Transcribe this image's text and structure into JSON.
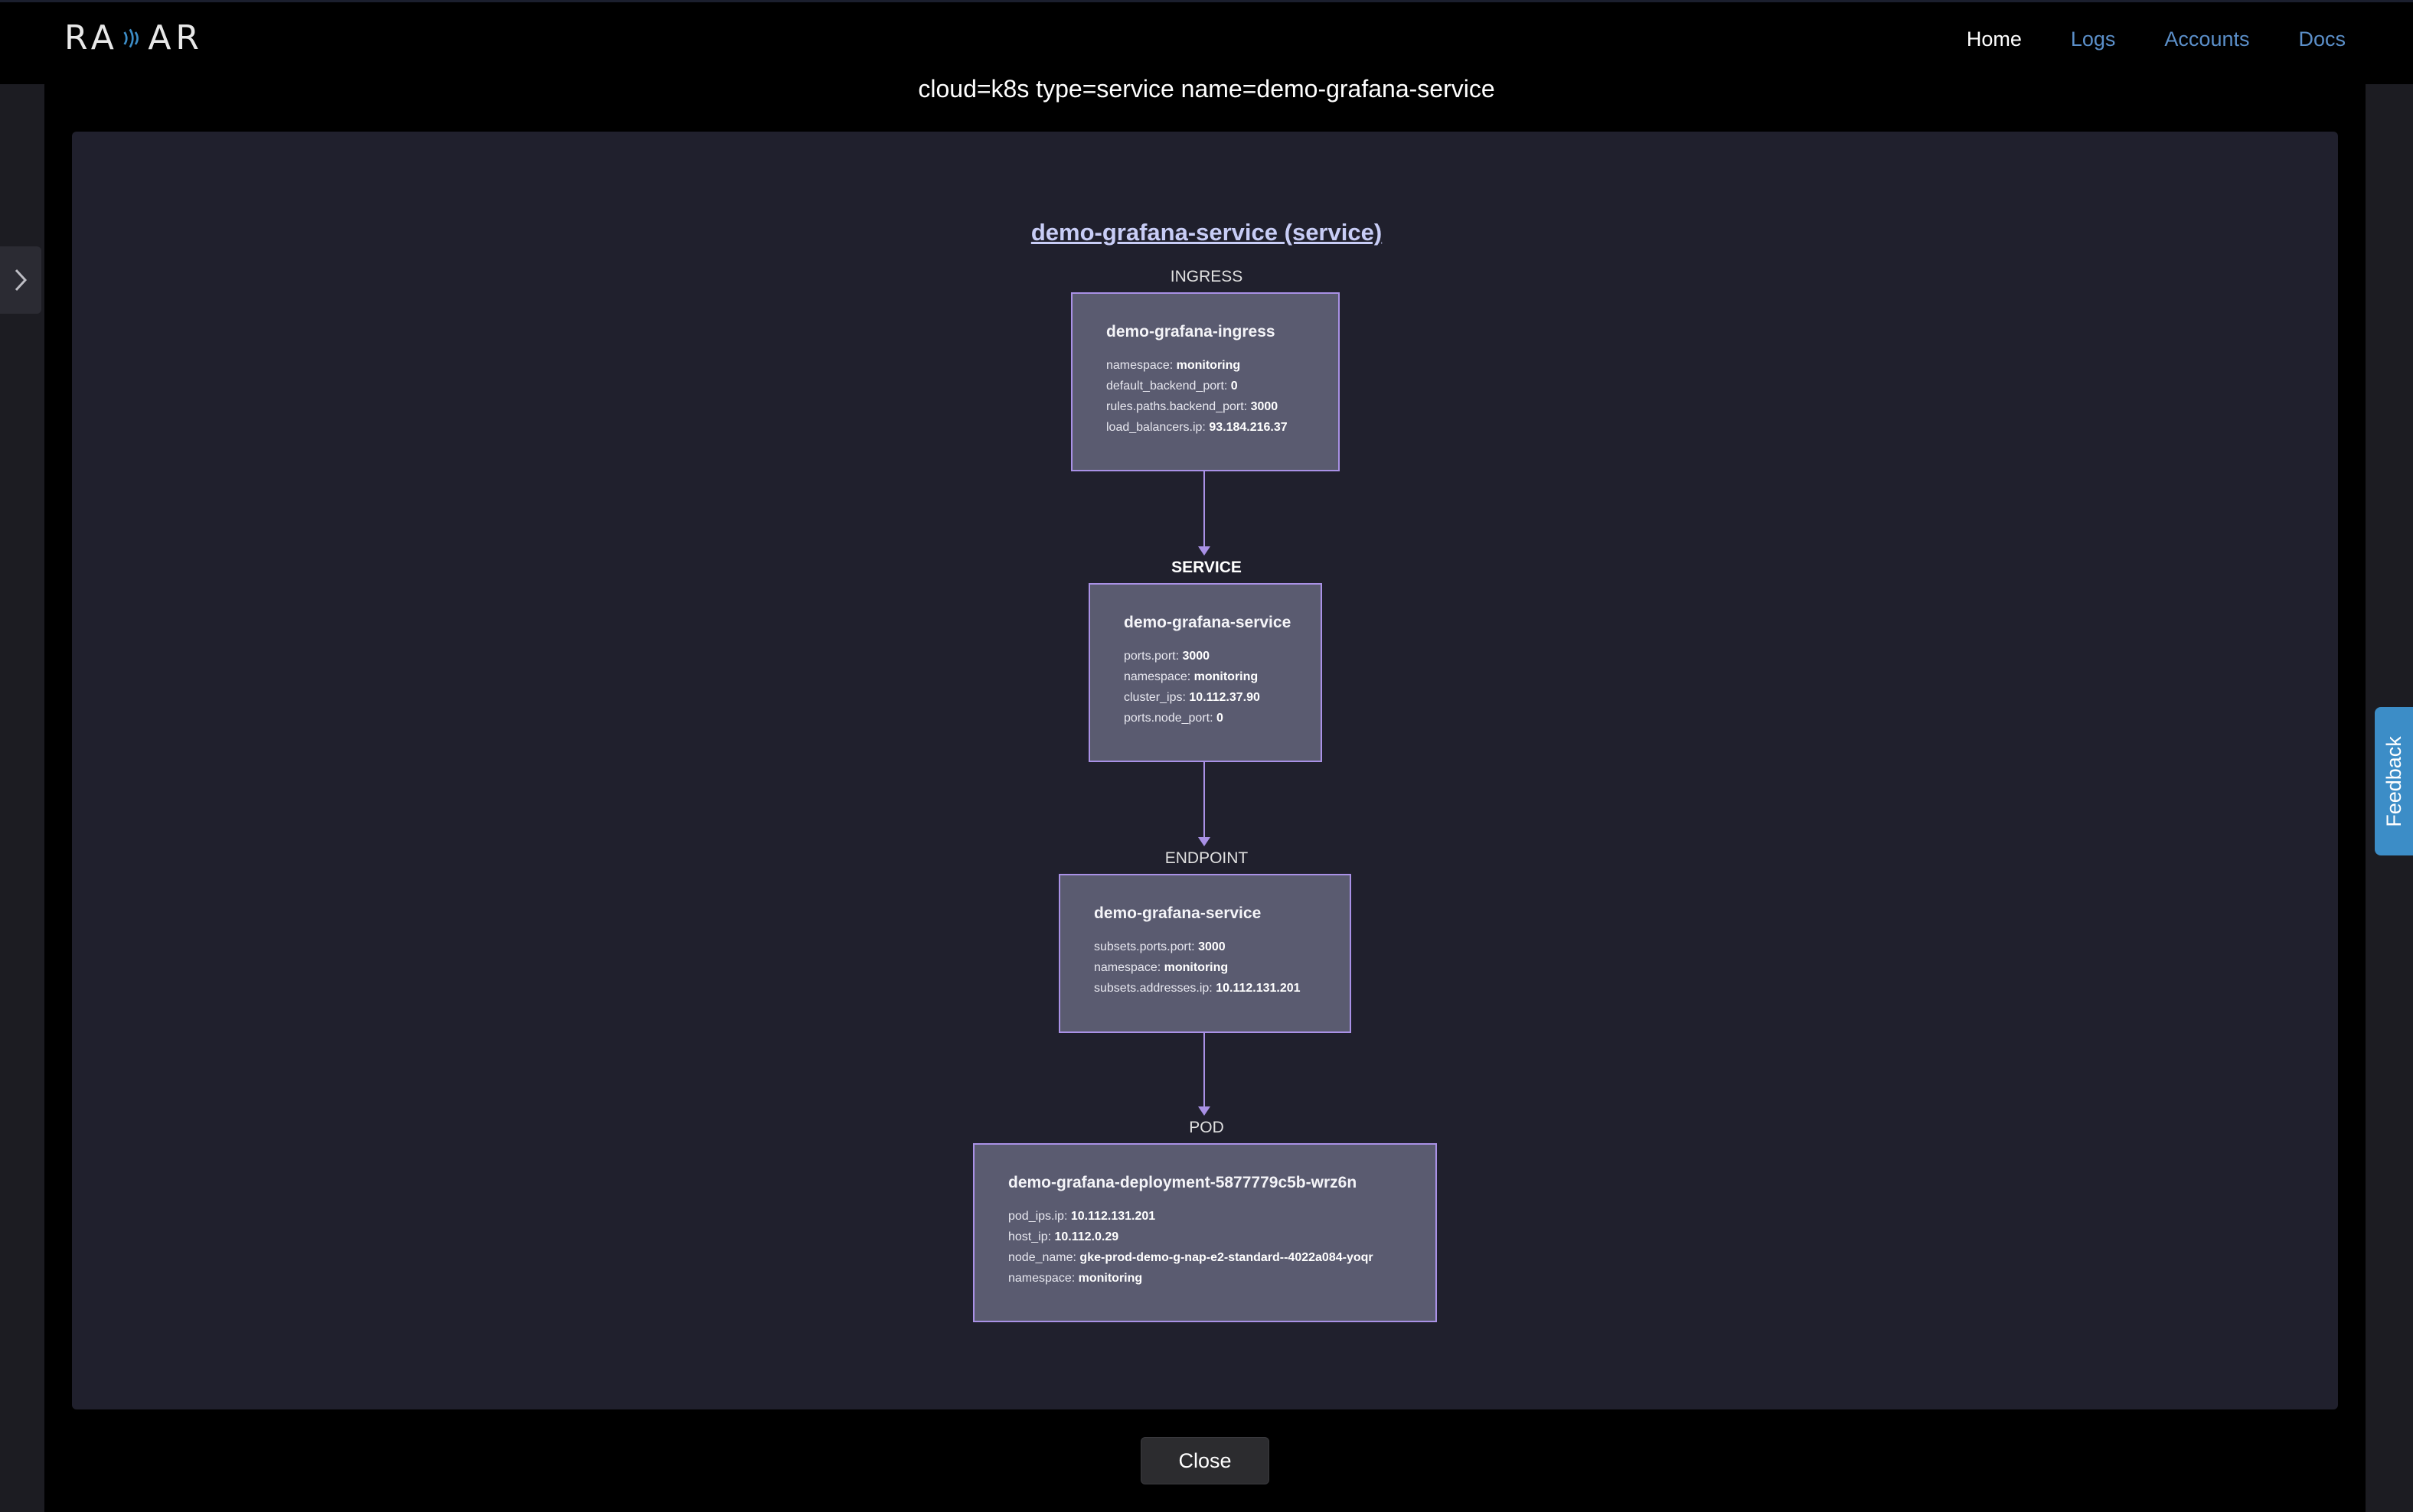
{
  "header": {
    "logo_text_left": "RA",
    "logo_text_right": "AR",
    "nav": [
      {
        "label": "Home"
      },
      {
        "label": "Logs"
      },
      {
        "label": "Accounts"
      },
      {
        "label": "Docs"
      }
    ]
  },
  "modal": {
    "title": "cloud=k8s type=service name=demo-grafana-service",
    "diagram_title": "demo-grafana-service (service)",
    "close_label": "Close"
  },
  "nodes": [
    {
      "type": "INGRESS",
      "name": "demo-grafana-ingress",
      "fields": [
        {
          "key": "namespace:",
          "value": "monitoring"
        },
        {
          "key": "default_backend_port:",
          "value": "0"
        },
        {
          "key": "rules.paths.backend_port:",
          "value": "3000"
        },
        {
          "key": "load_balancers.ip:",
          "value": "93.184.216.37"
        }
      ]
    },
    {
      "type": "SERVICE",
      "name": "demo-grafana-service",
      "fields": [
        {
          "key": "ports.port:",
          "value": "3000"
        },
        {
          "key": "namespace:",
          "value": "monitoring"
        },
        {
          "key": "cluster_ips:",
          "value": "10.112.37.90"
        },
        {
          "key": "ports.node_port:",
          "value": "0"
        }
      ]
    },
    {
      "type": "ENDPOINT",
      "name": "demo-grafana-service",
      "fields": [
        {
          "key": "subsets.ports.port:",
          "value": "3000"
        },
        {
          "key": "namespace:",
          "value": "monitoring"
        },
        {
          "key": "subsets.addresses.ip:",
          "value": "10.112.131.201"
        }
      ]
    },
    {
      "type": "POD",
      "name": "demo-grafana-deployment-5877779c5b-wrz6n",
      "fields": [
        {
          "key": "pod_ips.ip:",
          "value": "10.112.131.201"
        },
        {
          "key": "host_ip:",
          "value": "10.112.0.29"
        },
        {
          "key": "node_name:",
          "value": "gke-prod-demo-g-nap-e2-standard--4022a084-yoqr"
        },
        {
          "key": "namespace:",
          "value": "monitoring"
        }
      ]
    }
  ],
  "feedback_label": "Feedback"
}
